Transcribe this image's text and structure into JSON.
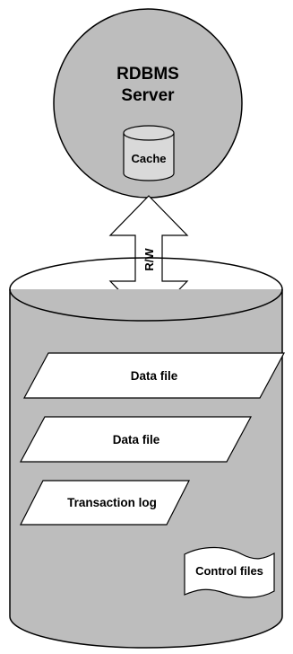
{
  "server": {
    "title_line1": "RDBMS",
    "title_line2": "Server",
    "cache_label": "Cache"
  },
  "connection": {
    "label": "R/W"
  },
  "storage": {
    "files": [
      {
        "label": "Data file"
      },
      {
        "label": "Data file"
      },
      {
        "label": "Transaction log"
      }
    ],
    "control_files_label": "Control files"
  },
  "colors": {
    "server_fill": "#bdbdbd",
    "storage_fill": "#bdbdbd",
    "cache_fill": "#d9d9d9",
    "shape_fill": "#ffffff",
    "stroke": "#000000"
  }
}
